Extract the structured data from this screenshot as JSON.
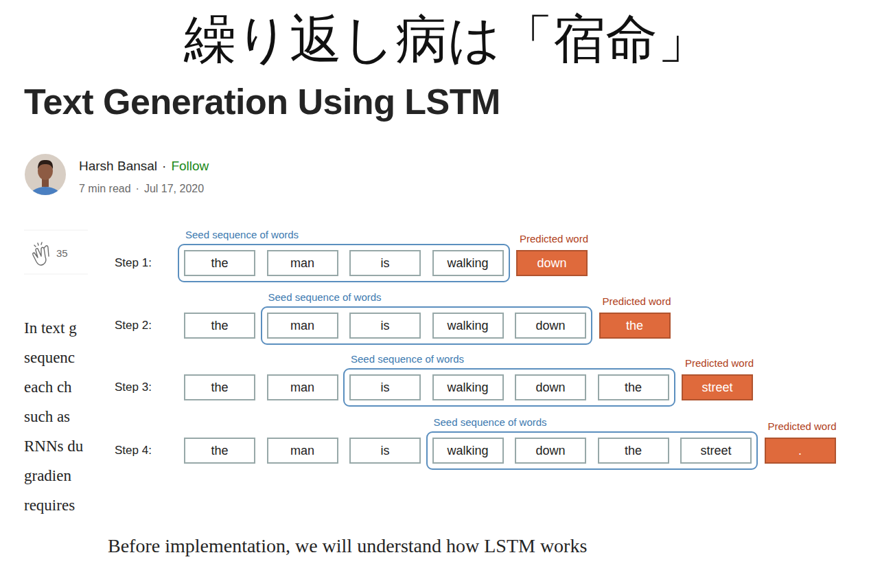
{
  "diagram": {
    "title": "繰り返し病は「宿命」",
    "nodes": [
      {
        "text": [
          "Seed sequence of words"
        ]
      },
      {
        "text": [
          "the"
        ],
        "in": 0
      },
      {
        "text": [
          "man"
        ],
        "in": 0
      },
      {
        "text": [
          "is"
        ],
        "in": 0
      },
      {
        "text": [
          "walking"
        ],
        "in": 0
      },
      {
        "text": [
          "Predicted word",
          "down"
        ]
      },
      {
        "text": [
          "the"
        ]
      },
      {
        "text": [
          "Seed sequence of words"
        ]
      },
      {
        "text": [
          "man"
        ],
        "in": 7
      },
      {
        "text": [
          "is"
        ],
        "in": 7
      },
      {
        "text": [
          "walking"
        ],
        "in": 7
      },
      {
        "text": [
          "down"
        ],
        "in": 7
      },
      {
        "text": [
          "Predicted word",
          "the"
        ]
      },
      {
        "text": [
          "the"
        ]
      },
      {
        "text": [
          "man"
        ]
      },
      {
        "text": [
          "Seed sequence of words"
        ]
      },
      {
        "text": [
          "is"
        ],
        "in": 15
      },
      {
        "text": [
          "walking"
        ],
        "in": 15
      },
      {
        "text": [
          "down"
        ],
        "in": 15
      },
      {
        "text": [
          "the"
        ],
        "in": 15
      },
      {
        "text": [
          "Predicted word",
          "street"
        ]
      },
      {
        "text": [
          "the"
        ]
      },
      {
        "text": [
          "man"
        ]
      },
      {
        "text": [
          "is"
        ]
      },
      {
        "text": [
          "Seed sequence of words"
        ]
      },
      {
        "text": [
          "walking"
        ],
        "in": 24
      },
      {
        "text": [
          "down"
        ],
        "in": 24
      },
      {
        "text": [
          "the"
        ],
        "in": 24
      },
      {
        "text": [
          "street"
        ],
        "in": 24
      },
      {
        "text": [
          "Predicted word",
          "."
        ]
      }
    ],
    "labels": [
      "Text Generation Using LSTM",
      "Harsh Bansal",
      "·",
      "Follow",
      "7 min read",
      "·",
      "Jul 17, 2020",
      "35",
      "In text g",
      "sequenc",
      "each ch",
      "such as",
      "RNNs du",
      "gradien",
      "requires",
      "Step 1:",
      "Step 2:",
      "Step 3:",
      "Step 4:",
      "Before implementation, we will understand how LSTM works"
    ]
  }
}
